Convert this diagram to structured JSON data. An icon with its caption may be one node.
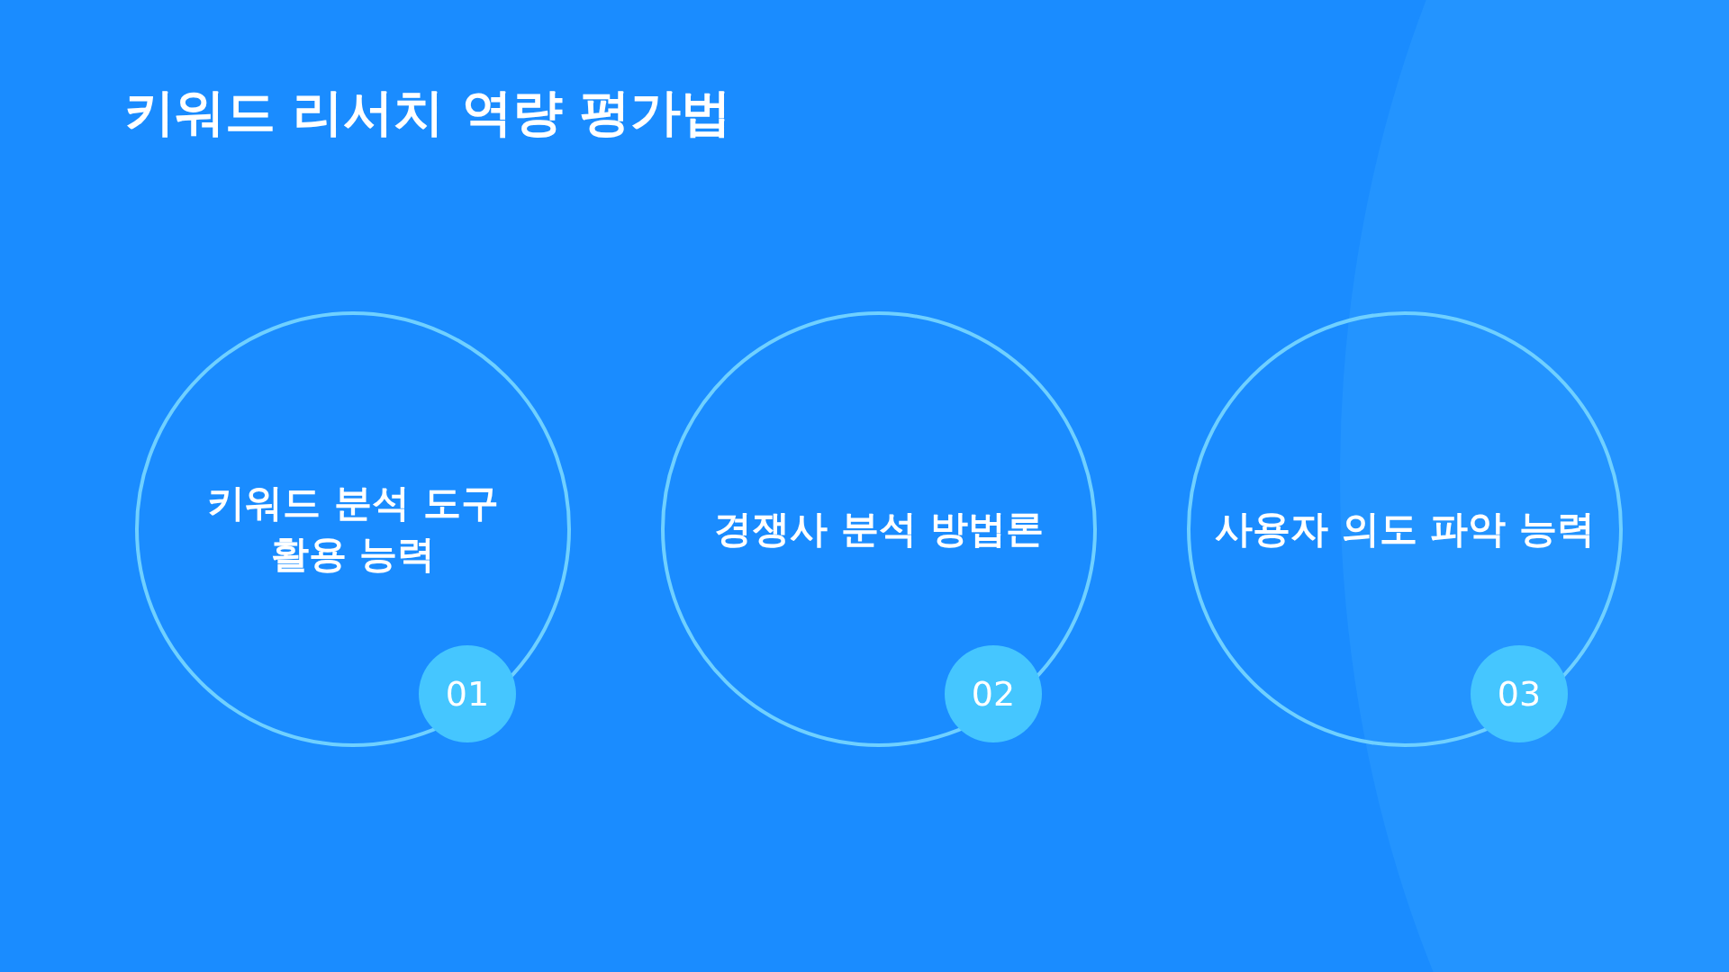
{
  "diagram": {
    "title": "키워드 리서치 역량 평가법",
    "nodes": [
      {
        "text": [
          "키워드 분석 도구 활용 능력"
        ]
      },
      {
        "text": [
          "01"
        ],
        "in": 0
      },
      {
        "text": [
          "경쟁사 분석 방법론"
        ]
      },
      {
        "text": [
          "02"
        ],
        "in": 2
      },
      {
        "text": [
          "사용자 의도 파악 능력"
        ]
      },
      {
        "text": [
          "03"
        ],
        "in": 4
      }
    ]
  }
}
